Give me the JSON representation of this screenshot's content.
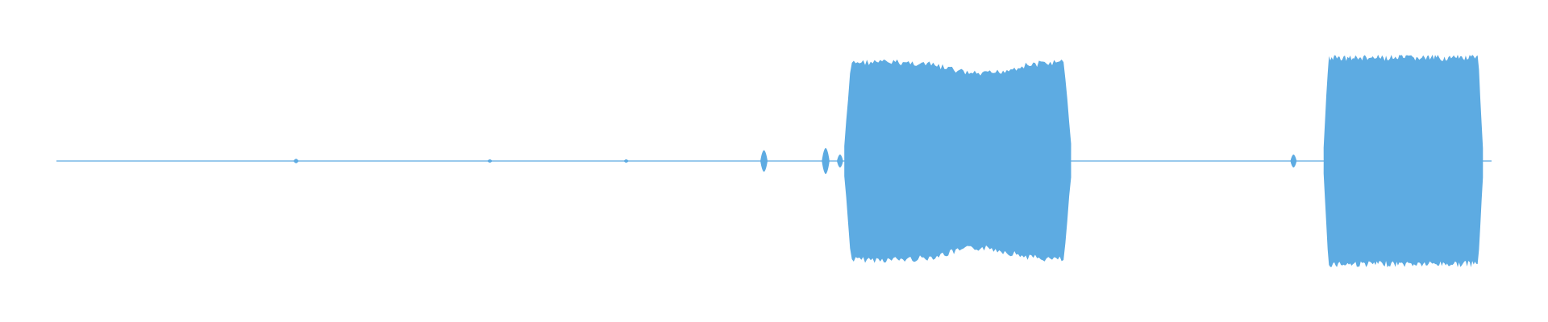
{
  "waveform": {
    "color": "#5DABE2",
    "background": "#FFFFFF",
    "segments": [
      {
        "type": "blip",
        "position_fraction": 0.167,
        "amplitude": 0.02
      },
      {
        "type": "blip",
        "position_fraction": 0.302,
        "amplitude": 0.01
      },
      {
        "type": "blip",
        "position_fraction": 0.397,
        "amplitude": 0.006
      },
      {
        "type": "blip",
        "position_fraction": 0.493,
        "amplitude": 0.1
      },
      {
        "type": "blip",
        "position_fraction": 0.536,
        "amplitude": 0.12
      },
      {
        "type": "blip",
        "position_fraction": 0.546,
        "amplitude": 0.06
      },
      {
        "type": "burst",
        "start_fraction": 0.549,
        "end_fraction": 0.707,
        "amplitude": 0.93,
        "shape": "dip-middle"
      },
      {
        "type": "blip",
        "position_fraction": 0.862,
        "amplitude": 0.06
      },
      {
        "type": "burst",
        "start_fraction": 0.883,
        "end_fraction": 0.994,
        "amplitude": 0.97,
        "shape": "flat"
      }
    ]
  }
}
